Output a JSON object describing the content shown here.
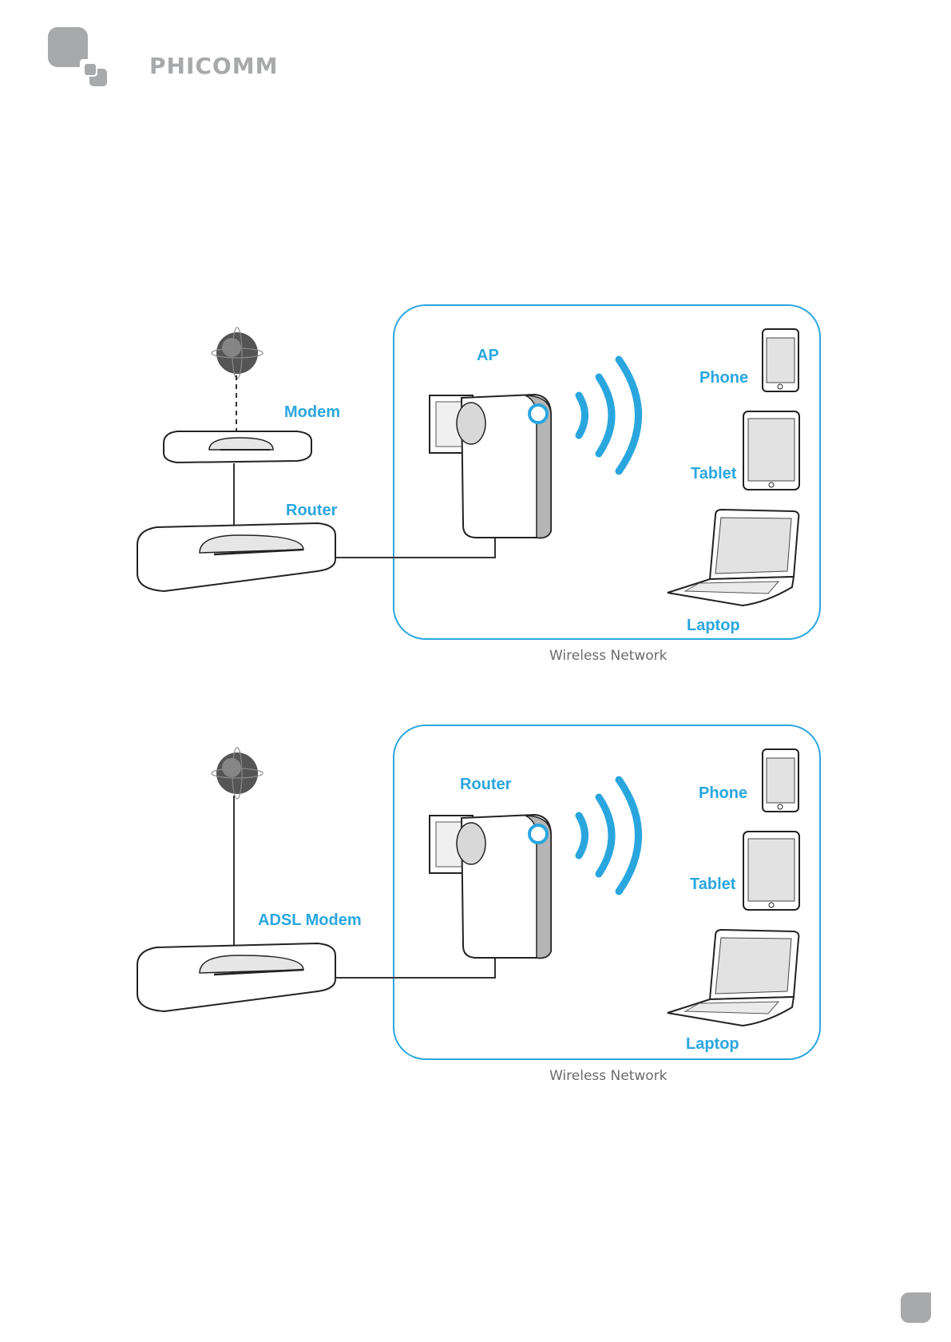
{
  "brand": {
    "name": "PHICOMM",
    "logo_color": "#a8a9ab"
  },
  "accent_color": "#2aa6df",
  "diagrams": [
    {
      "ap_label": "AP",
      "device_labels": {
        "upper_left": "Modem",
        "lower_left": "Router"
      },
      "client_labels": {
        "phone": "Phone",
        "tablet": "Tablet",
        "laptop": "Laptop"
      },
      "network_caption": "Wireless Network"
    },
    {
      "ap_label": "Router",
      "device_labels": {
        "lower_left": "ADSL Modem"
      },
      "client_labels": {
        "phone": "Phone",
        "tablet": "Tablet",
        "laptop": "Laptop"
      },
      "network_caption": "Wireless Network"
    }
  ]
}
